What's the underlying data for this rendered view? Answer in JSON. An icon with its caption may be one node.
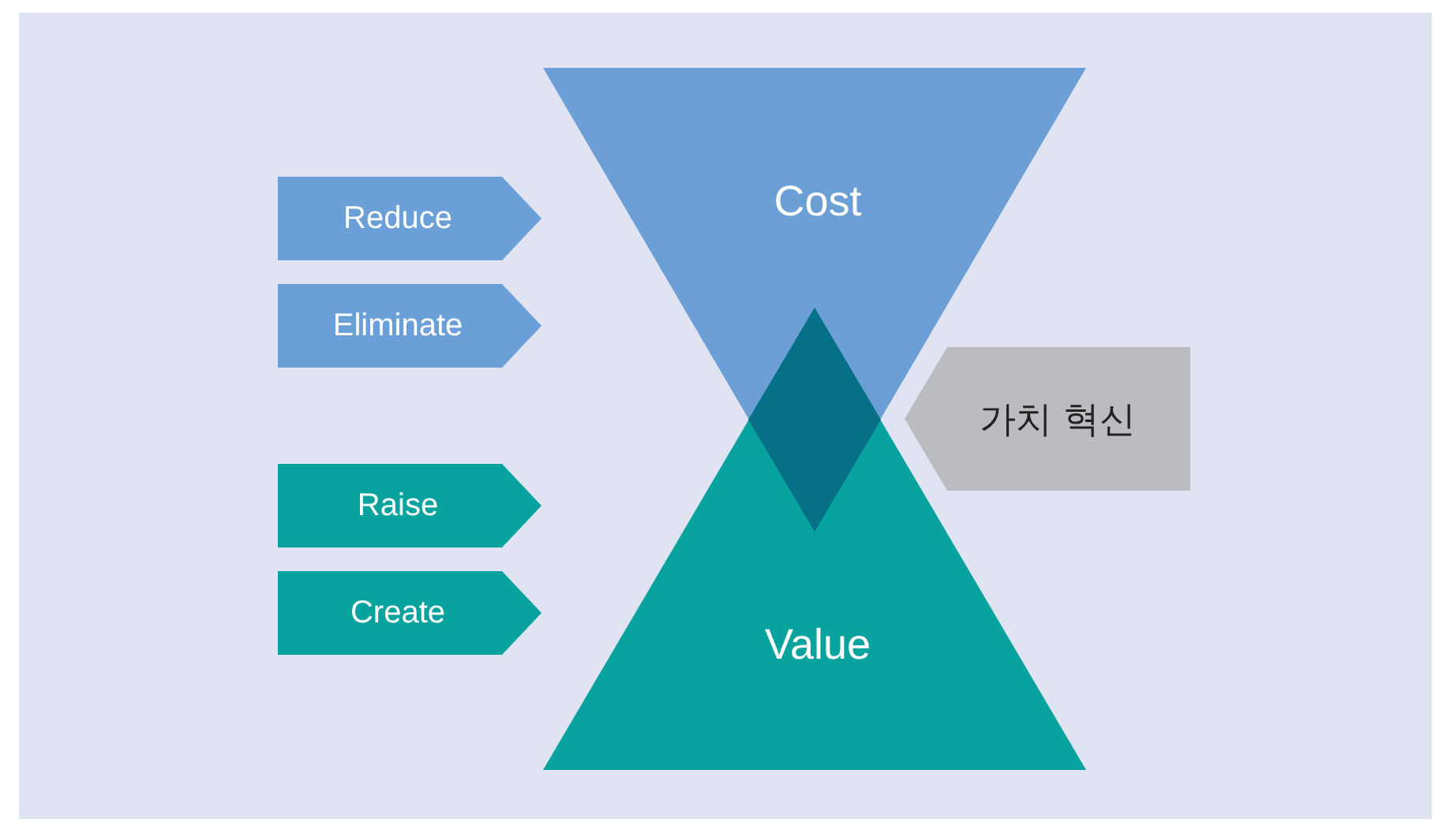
{
  "diagram": {
    "nodes": [
      {
        "text": [
          "Cost"
        ]
      },
      {
        "text": [
          "Value"
        ]
      },
      {
        "text": [],
        "shape": "diamond"
      },
      {
        "text": [
          "Reduce"
        ]
      },
      {
        "text": [
          "Eliminate"
        ]
      },
      {
        "text": [
          "Raise"
        ]
      },
      {
        "text": [
          "Create"
        ]
      },
      {
        "text": [
          "가치 혁신"
        ]
      }
    ]
  }
}
